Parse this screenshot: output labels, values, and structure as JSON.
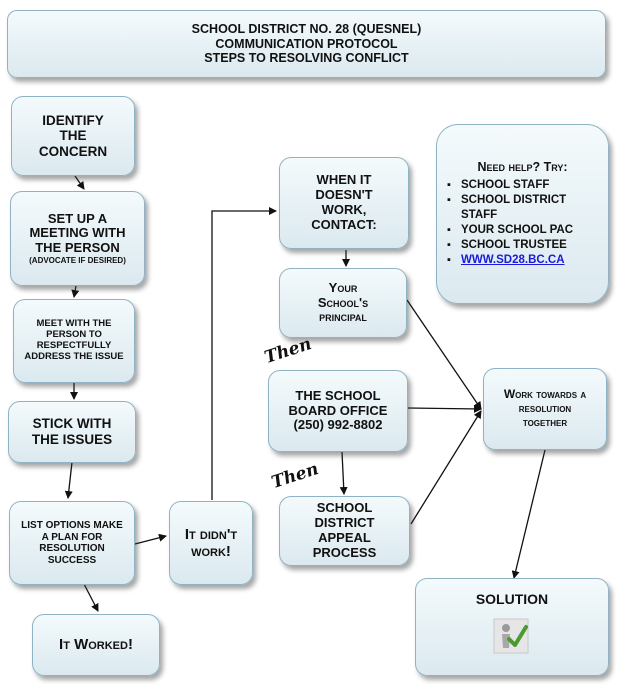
{
  "header": {
    "line1": "SCHOOL DISTRICT NO. 28 (QUESNEL)",
    "line2": "COMMUNICATION PROTOCOL",
    "line3": "STEPS TO RESOLVING CONFLICT"
  },
  "steps": {
    "identify": "IDENTIFY THE CONCERN",
    "setup": "SET UP A MEETING WITH THE PERSON",
    "setup_note": "(ADVOCATE IF DESIRED)",
    "meet": "MEET WITH THE PERSON TO RESPECTFULLY ADDRESS THE ISSUE",
    "stick": "STICK WITH THE ISSUES",
    "list": "LIST OPTIONS MAKE A PLAN FOR RESOLUTION SUCCESS",
    "worked": "It Worked!",
    "didnt": "It didn't work!"
  },
  "escalation": {
    "contact": "WHEN IT DOESN'T WORK, CONTACT:",
    "principal": "Your School's principal",
    "board": "THE SCHOOL BOARD OFFICE",
    "board_phone": "(250) 992-8802",
    "appeal": "SCHOOL DISTRICT APPEAL PROCESS",
    "then1": "Then",
    "then2": "Then"
  },
  "resolution": {
    "together": "Work towards a resolution together",
    "solution": "SOLUTION"
  },
  "help": {
    "title": "Need help? Try:",
    "items": [
      "School staff",
      "School district staff",
      "Your school PAC",
      "School trustee"
    ],
    "link": "www.sd28.bc.ca"
  },
  "colors": {
    "box_border": "#8fb3c4",
    "box_fill_top": "#f4fafc",
    "box_fill_bottom": "#dbe9ef",
    "link": "#1a1adb"
  }
}
